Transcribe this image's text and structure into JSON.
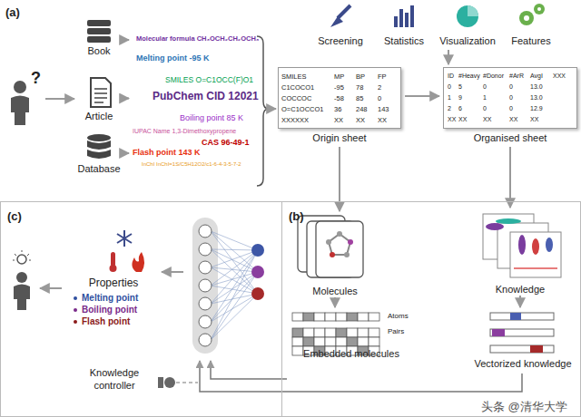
{
  "diagram": {
    "nodes": [
      {
        "text": [
          "(a)"
        ]
      },
      {
        "text": [
          "(b)"
        ]
      },
      {
        "text": [
          "(c)"
        ]
      },
      {
        "text": [
          "?"
        ],
        "in": 0
      },
      {
        "text": [
          "Book"
        ],
        "in": 0
      },
      {
        "text": [
          "Article"
        ],
        "in": 0
      },
      {
        "text": [
          "Database"
        ],
        "in": 0
      },
      {
        "text": [
          "Molecular formula CH₃OCH₂CH₂OCH₃",
          "Melting point -95 K",
          "SMILES O=C1OCC(F)O1",
          "PubChem CID 12021",
          "Boiling point 85 K",
          "IUPAC Name 1,3-Dimethoxypropene",
          "CAS 96-49-1",
          "Flash point 143 K",
          "InChI InChI=1S/C5H12O2/c1-6-4-3-5-7-2"
        ],
        "in": 0
      },
      {
        "text": [
          "Origin sheet"
        ],
        "in": 0
      },
      {
        "text": [
          "Organised sheet"
        ],
        "in": 0
      },
      {
        "text": [
          "Screening",
          "Statistics",
          "Visualization",
          "Features"
        ],
        "in": 0
      },
      {
        "text": [
          "Molecules"
        ],
        "in": 1
      },
      {
        "text": [
          "Knowledge"
        ],
        "in": 1
      },
      {
        "text": [
          "Atoms",
          "Pairs",
          "Embedded molecules"
        ],
        "in": 1
      },
      {
        "text": [
          "Vectorized knowledge"
        ],
        "in": 1
      },
      {
        "text": [
          "Properties",
          "Melting point",
          "Boiling point",
          "Flash point"
        ],
        "in": 2
      },
      {
        "text": [
          "Knowledge controller"
        ],
        "in": 2
      }
    ],
    "edges": [
      {
        "from": 3,
        "to": 5,
        "arrow": "to"
      },
      {
        "from": 4,
        "to": 7,
        "arrow": "to"
      },
      {
        "from": 5,
        "to": 7,
        "arrow": "to"
      },
      {
        "from": 6,
        "to": 7,
        "arrow": "to"
      },
      {
        "from": 7,
        "to": 8,
        "arrow": "to"
      },
      {
        "from": 8,
        "to": 9,
        "arrow": "to"
      },
      {
        "from": 10,
        "to": 9,
        "arrow": "to"
      },
      {
        "from": 8,
        "to": 11,
        "arrow": "to"
      },
      {
        "from": 9,
        "to": 12,
        "arrow": "to"
      },
      {
        "from": 11,
        "to": 13,
        "arrow": "to"
      },
      {
        "from": 12,
        "to": 14,
        "arrow": "to"
      }
    ],
    "labels": [
      "SMILES",
      "MP",
      "BP",
      "FP",
      "C1COCO1",
      "-95",
      "78",
      "2",
      "COCCOC",
      "-58",
      "85",
      "0",
      "O=C1OCCO1",
      "36",
      "248",
      "143",
      "XXXXXX",
      "XX",
      "XX",
      "XX",
      "ID",
      "#Heavy",
      "#Donor",
      "#ArR",
      "AvgI",
      "XXX",
      "0",
      "5",
      "0",
      "0",
      "13.0",
      "1",
      "9",
      "1",
      "0",
      "13.0",
      "2",
      "6",
      "0",
      "0",
      "12.9",
      "XX",
      "XX",
      "XX",
      "XX",
      "XX",
      "头条 @清华大学"
    ]
  }
}
